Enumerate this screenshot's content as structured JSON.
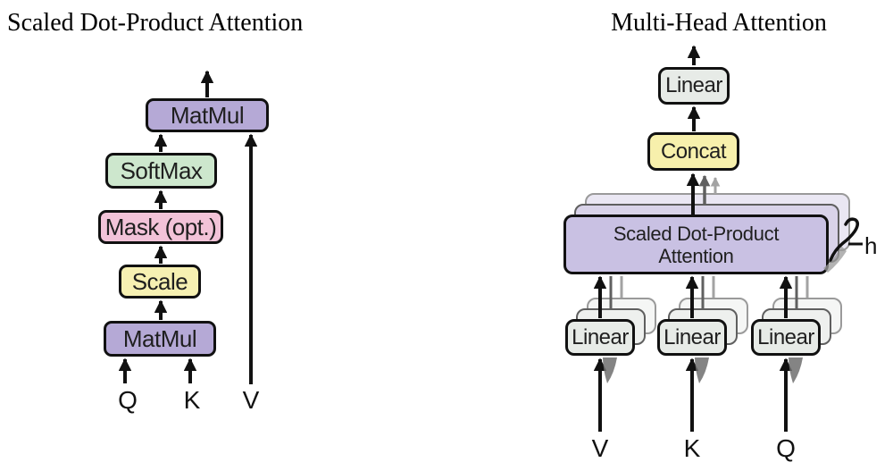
{
  "figure": {
    "left_diagram": {
      "title": "Scaled Dot-Product Attention",
      "matmul_top": "MatMul",
      "softmax": "SoftMax",
      "mask": "Mask (opt.)",
      "scale": "Scale",
      "matmul_bottom": "MatMul",
      "input_q": "Q",
      "input_k": "K",
      "input_v": "V"
    },
    "right_diagram": {
      "title": "Multi-Head Attention",
      "linear_top": "Linear",
      "concat": "Concat",
      "sdpa_line1": "Scaled Dot-Product",
      "sdpa_line2": "Attention",
      "linear_v": "Linear",
      "linear_k": "Linear",
      "linear_q": "Linear",
      "head_count": "h",
      "input_v": "V",
      "input_k": "K",
      "input_q": "Q"
    },
    "colors": {
      "matmul_purple": "#b5a9d6",
      "softmax_green": "#cde7cd",
      "mask_pink": "#f2c3d8",
      "scale_yellow": "#f6f0b2",
      "concat_yellow": "#f7f0ac",
      "sdpa_purple": "#c9c1e3",
      "linear_gray": "#e7ebe7",
      "outline_black": "#111111"
    }
  }
}
